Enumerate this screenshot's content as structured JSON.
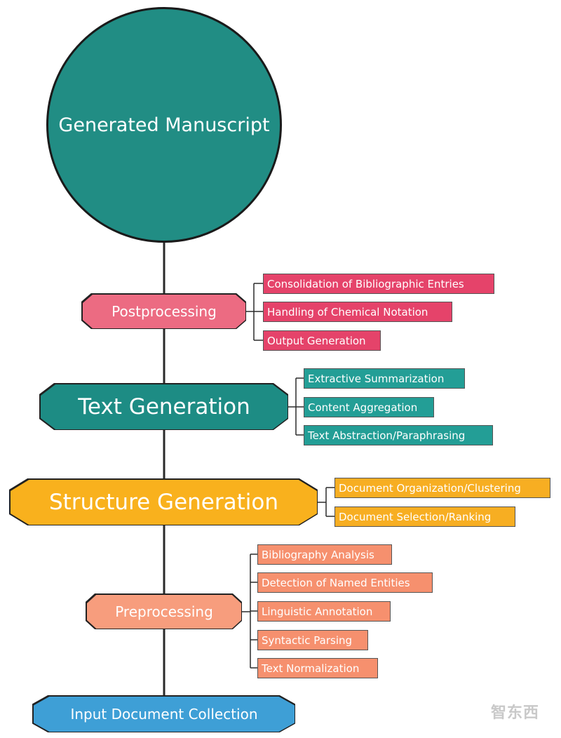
{
  "diagram": {
    "top_node": "Generated Manuscript",
    "stages": [
      {
        "id": "postprocessing",
        "label": "Postprocessing",
        "color": "#ec6b82",
        "children": [
          "Consolidation of Bibliographic Entries",
          "Handling of Chemical Notation",
          "Output Generation"
        ],
        "child_color": "#e5436a"
      },
      {
        "id": "text-generation",
        "label": "Text Generation",
        "color": "#1d8c84",
        "children": [
          "Extractive Summarization",
          "Content Aggregation",
          "Text Abstraction/Paraphrasing"
        ],
        "child_color": "#239e96"
      },
      {
        "id": "structure-generation",
        "label": "Structure Generation",
        "color": "#f9b11d",
        "children": [
          "Document Organization/Clustering",
          "Document Selection/Ranking"
        ],
        "child_color": "#f7ae22"
      },
      {
        "id": "preprocessing",
        "label": "Preprocessing",
        "color": "#f79d7d",
        "children": [
          "Bibliography Analysis",
          "Detection of Named Entities",
          "Linguistic Annotation",
          "Syntactic Parsing",
          "Text Normalization"
        ],
        "child_color": "#f6906e"
      },
      {
        "id": "input",
        "label": "Input Document Collection",
        "color": "#3e9fd6",
        "children": [],
        "child_color": "#3e9fd6"
      }
    ]
  }
}
